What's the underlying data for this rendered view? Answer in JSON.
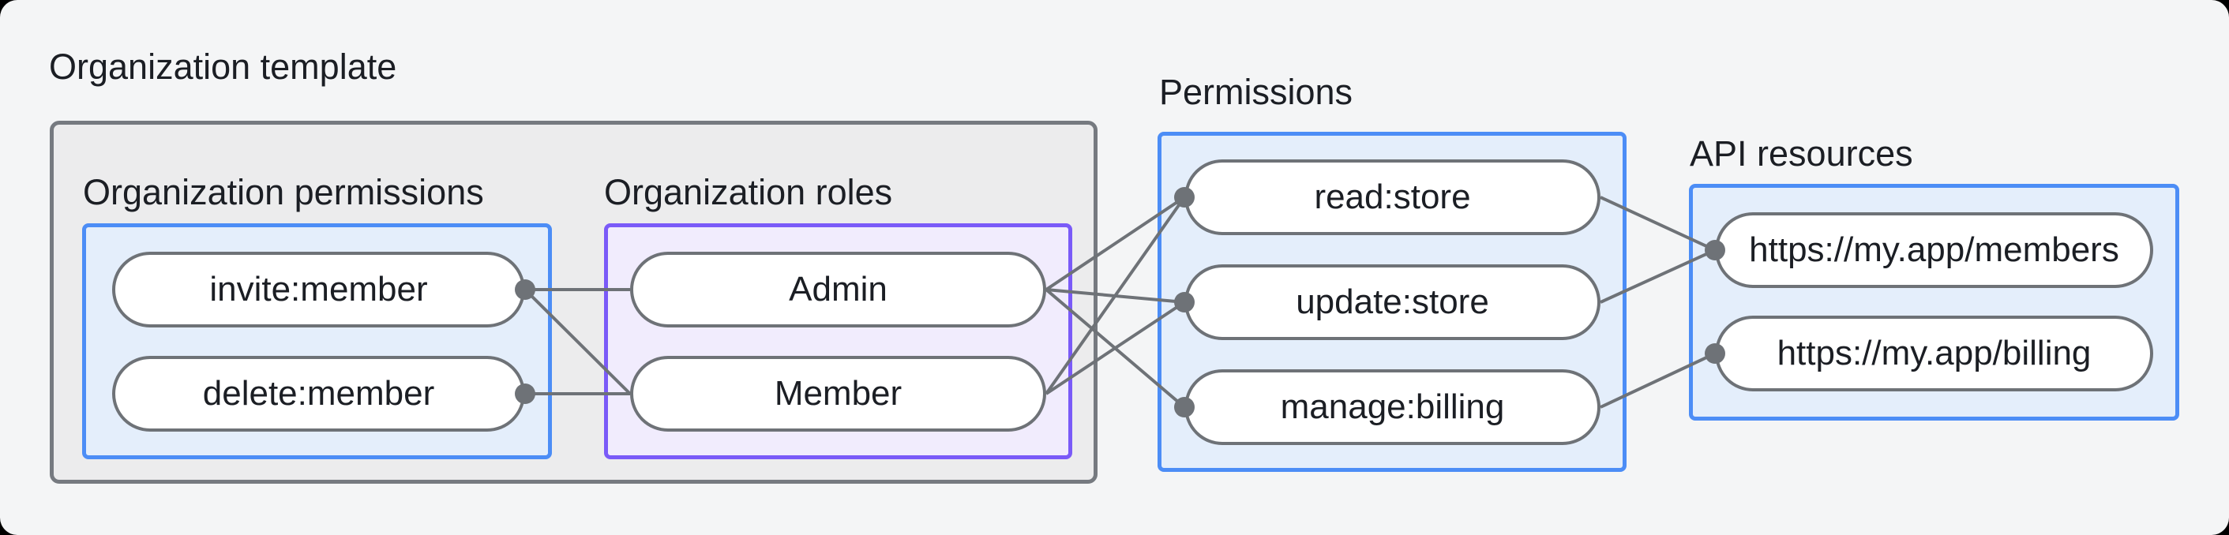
{
  "title": "Organization template",
  "sections": {
    "org_permissions": {
      "label": "Organization permissions",
      "dot_side": "right",
      "pills": [
        {
          "id": "invite_member",
          "label": "invite:member"
        },
        {
          "id": "delete_member",
          "label": "delete:member"
        }
      ]
    },
    "org_roles": {
      "label": "Organization roles",
      "dot_side": null,
      "pills": [
        {
          "id": "admin",
          "label": "Admin"
        },
        {
          "id": "member",
          "label": "Member"
        }
      ]
    },
    "permissions": {
      "label": "Permissions",
      "dot_side": "left",
      "pills": [
        {
          "id": "read_store",
          "label": "read:store"
        },
        {
          "id": "update_store",
          "label": "update:store"
        },
        {
          "id": "manage_billing",
          "label": "manage:billing"
        }
      ]
    },
    "api_resources": {
      "label": "API resources",
      "dot_side": "left",
      "pills": [
        {
          "id": "members_api",
          "label": "https://my.app/members"
        },
        {
          "id": "billing_api",
          "label": "https://my.app/billing"
        }
      ]
    }
  },
  "edges": [
    [
      "invite_member",
      "admin"
    ],
    [
      "invite_member",
      "member"
    ],
    [
      "delete_member",
      "member"
    ],
    [
      "admin",
      "read_store"
    ],
    [
      "admin",
      "update_store"
    ],
    [
      "admin",
      "manage_billing"
    ],
    [
      "member",
      "read_store"
    ],
    [
      "member",
      "update_store"
    ],
    [
      "read_store",
      "members_api"
    ],
    [
      "update_store",
      "members_api"
    ],
    [
      "manage_billing",
      "billing_api"
    ]
  ],
  "colors": {
    "background": "#f4f5f6",
    "container_fill": "#ececed",
    "container_border": "#767a80",
    "blue_fill": "#e4eefb",
    "blue_border": "#4c8df6",
    "purple_fill": "#f1ecfd",
    "purple_border": "#7a5af8",
    "pill_fill": "#ffffff",
    "pill_border": "#6e7277",
    "connector": "#6e7277",
    "text": "#1b1e24"
  }
}
